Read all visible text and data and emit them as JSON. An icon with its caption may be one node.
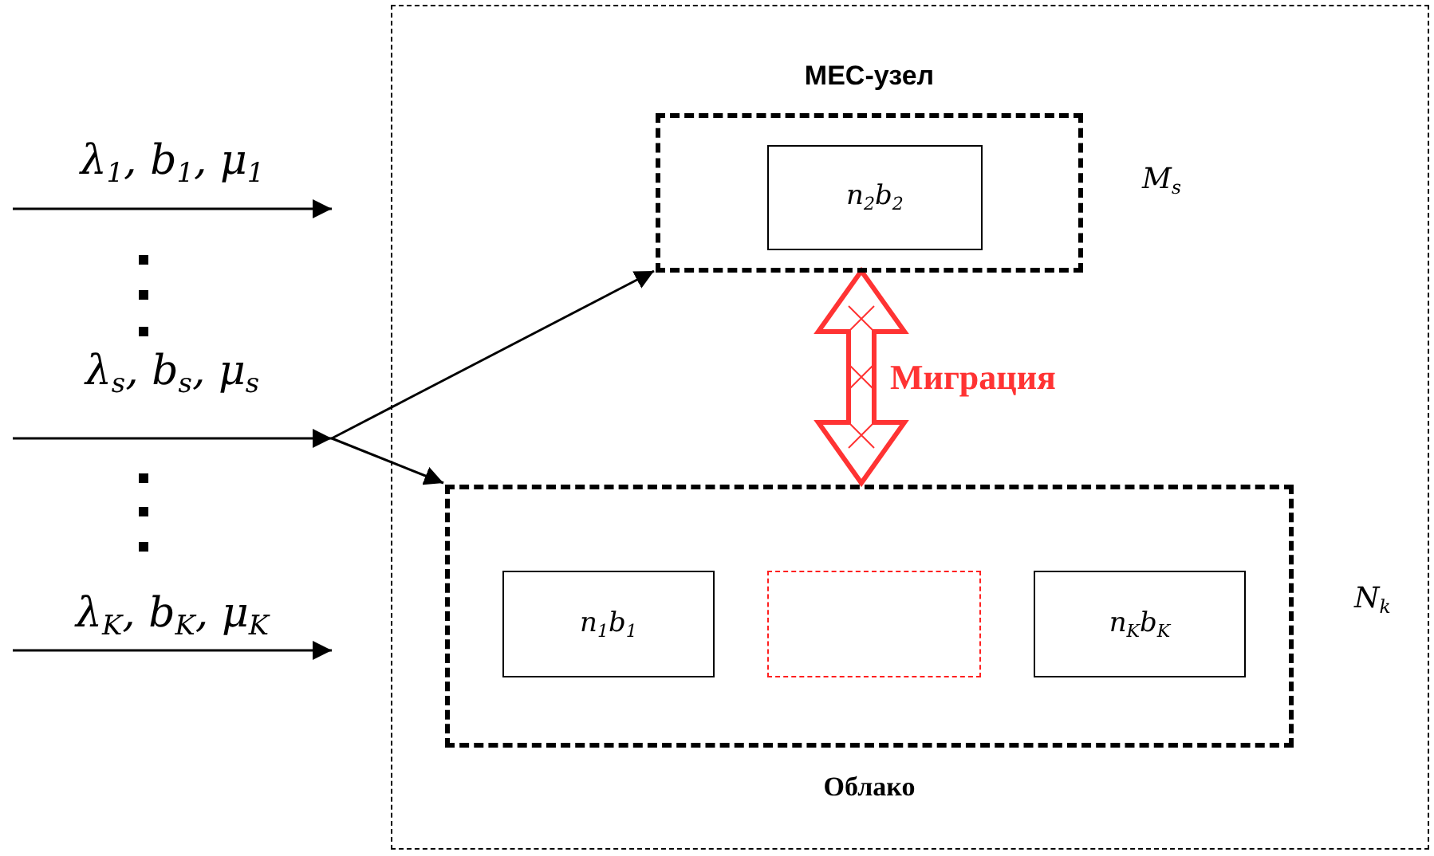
{
  "diagram": {
    "nodes": [
      {
        "text": [],
        "shape": "box"
      },
      {
        "text": [
          "MEC-узел"
        ],
        "beside": [
          "M$_{s}$"
        ],
        "in": 0
      },
      {
        "text": [
          "n$_{2}$b$_{2}$"
        ],
        "in": 1
      },
      {
        "text": [
          "Облако"
        ],
        "beside": [
          "N$_{k}$"
        ],
        "in": 0
      },
      {
        "text": [
          "n$_{1}$b$_{1}$"
        ],
        "in": 3
      },
      {
        "text": [],
        "shape": "box",
        "in": 3
      },
      {
        "text": [
          "n$_{K}$b$_{K}$"
        ],
        "in": 3
      }
    ],
    "edges": [
      {
        "from": null,
        "to": 1,
        "arrow": "to",
        "label": "λ$_{s}$, b$_{s}$, μ$_{s}$"
      },
      {
        "from": null,
        "to": 3,
        "arrow": "to"
      },
      {
        "from": 1,
        "to": 3,
        "arrow": "both",
        "label": "Миграция",
        "style": "thick",
        "color": "#ff3333"
      }
    ],
    "labels": [
      "λ$_{1}$, b$_{1}$, μ$_{1}$",
      "λ$_{K}$, b$_{K}$, μ$_{K}$"
    ]
  }
}
